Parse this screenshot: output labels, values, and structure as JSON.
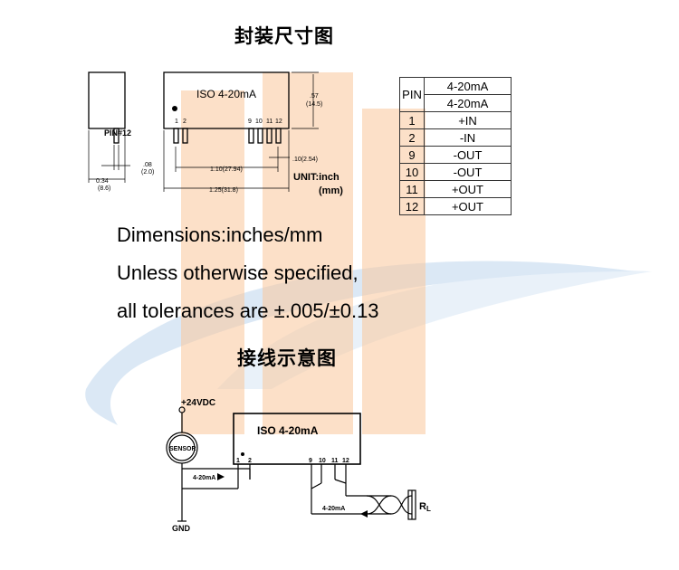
{
  "package_title": "封装尺寸图",
  "wiring_title": "接线示意图",
  "module_label": "ISO 4-20mA",
  "pin_note": "PIN#12",
  "pin_numbers_left": [
    "1",
    "2"
  ],
  "pin_numbers_right": [
    "9",
    "10",
    "11",
    "12"
  ],
  "dims": {
    "height": ".57",
    "height_mm": "(14.5)",
    "pin_len": ".08",
    "pin_len_mm": "(2.0)",
    "width": "0.34",
    "width_mm": "(8.6)",
    "span": "1.10(27.94)",
    "pitch": ".10(2.54)",
    "length": "1.25(31.8)",
    "unit_line1": "UNIT:inch",
    "unit_line2": "(mm)"
  },
  "pin_table": {
    "header_pin": "PIN",
    "header_func_1": "4-20mA",
    "header_func_2": "4-20mA",
    "rows": [
      {
        "pin": "1",
        "func": "+IN"
      },
      {
        "pin": "2",
        "func": "-IN"
      },
      {
        "pin": "9",
        "func": "-OUT"
      },
      {
        "pin": "10",
        "func": "-OUT"
      },
      {
        "pin": "11",
        "func": "+OUT"
      },
      {
        "pin": "12",
        "func": "+OUT"
      }
    ]
  },
  "notes": [
    "Dimensions:inches/mm",
    "Unless otherwise specified,",
    "all tolerances are ±.005/±0.13"
  ],
  "wiring": {
    "supply": "+24VDC",
    "sensor": "SENSOR",
    "input_current": "4-20mA",
    "output_current": "4-20mA",
    "ground": "GND",
    "load": "R",
    "load_sub": "L"
  },
  "colors": {
    "watermark_orange": "#f7b87a",
    "watermark_blue": "#c8dcf0"
  }
}
